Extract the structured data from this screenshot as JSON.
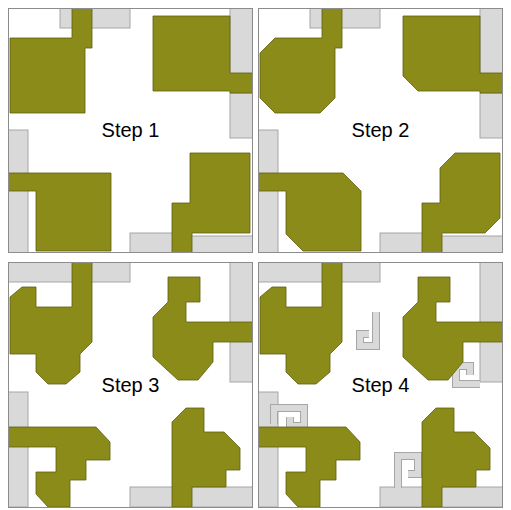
{
  "diagram": {
    "nodes": [
      {
        "text": [
          "Step 1"
        ]
      },
      {
        "text": [
          "Step 2"
        ]
      },
      {
        "text": [
          "Step 3"
        ]
      },
      {
        "text": [
          "Step 4"
        ]
      }
    ]
  }
}
